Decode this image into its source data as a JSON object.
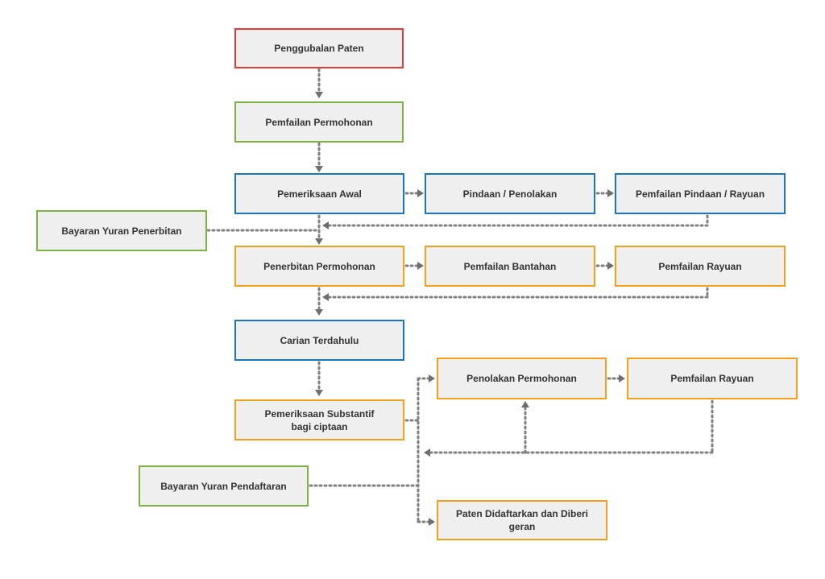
{
  "colors": {
    "start": "#e53935",
    "filing": "#7cb342",
    "examination": "#1976c2",
    "publication": "#f59f1a",
    "connector": "#808080"
  },
  "nodes": {
    "penggubalan": "Penggubalan Paten",
    "pemfailan_permohonan": "Pemfailan Permohonan",
    "pemeriksaan_awal": "Pemeriksaan Awal",
    "pindaan_penolakan": "Pindaan / Penolakan",
    "pemfailan_pindaan_rayuan": "Pemfailan Pindaan / Rayuan",
    "bayaran_yuran_penerbitan": "Bayaran Yuran Penerbitan",
    "penerbitan_permohonan": "Penerbitan Permohonan",
    "pemfailan_bantahan": "Pemfailan Bantahan",
    "pemfailan_rayuan_1": "Pemfailan Rayuan",
    "carian_terdahulu": "Carian Terdahulu",
    "pemeriksaan_substantif": "Pemeriksaan Substantif\nbagi ciptaan",
    "penolakan_permohonan": "Penolakan Permohonan",
    "pemfailan_rayuan_2": "Pemfailan Rayuan",
    "bayaran_yuran_pendaftaran": "Bayaran Yuran Pendaftaran",
    "paten_didaftarkan": "Paten Didaftarkan dan Diberi geran"
  }
}
